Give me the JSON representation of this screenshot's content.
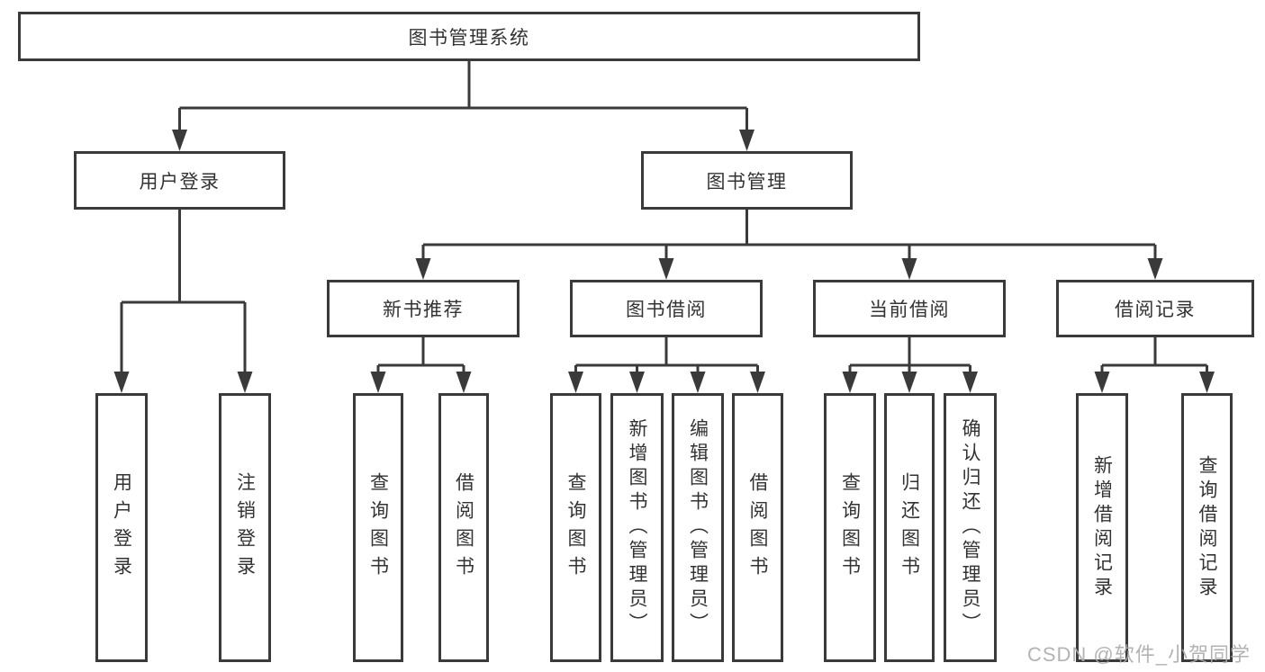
{
  "diagram": {
    "root": {
      "label": "图书管理系统",
      "children": [
        {
          "label": "用户登录",
          "children": [
            {
              "label": "用户登录"
            },
            {
              "label": "注销登录"
            }
          ]
        },
        {
          "label": "图书管理",
          "children": [
            {
              "label": "新书推荐",
              "children": [
                {
                  "label": "查询图书"
                },
                {
                  "label": "借阅图书"
                }
              ]
            },
            {
              "label": "图书借阅",
              "children": [
                {
                  "label": "查询图书"
                },
                {
                  "label": "新增图书（管理员）"
                },
                {
                  "label": "编辑图书（管理员）"
                },
                {
                  "label": "借阅图书"
                }
              ]
            },
            {
              "label": "当前借阅",
              "children": [
                {
                  "label": "查询图书"
                },
                {
                  "label": "归还图书"
                },
                {
                  "label": "确认归还（管理员）"
                }
              ]
            },
            {
              "label": "借阅记录",
              "children": [
                {
                  "label": "新增借阅记录"
                },
                {
                  "label": "查询借阅记录"
                }
              ]
            }
          ]
        }
      ]
    }
  },
  "watermark": "CSDN @软件_小贺同学",
  "colors": {
    "line": "#3a3a3a",
    "text": "#333333",
    "watermark": "#ababab",
    "background": "#ffffff"
  }
}
